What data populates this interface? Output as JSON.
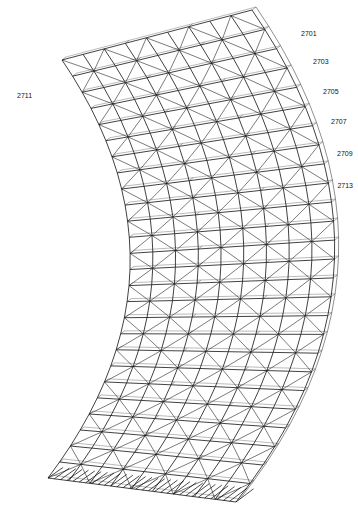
{
  "diagram": {
    "labels": [
      "2701",
      "2703",
      "2705",
      "2707",
      "2709",
      "2711",
      "2713"
    ]
  }
}
